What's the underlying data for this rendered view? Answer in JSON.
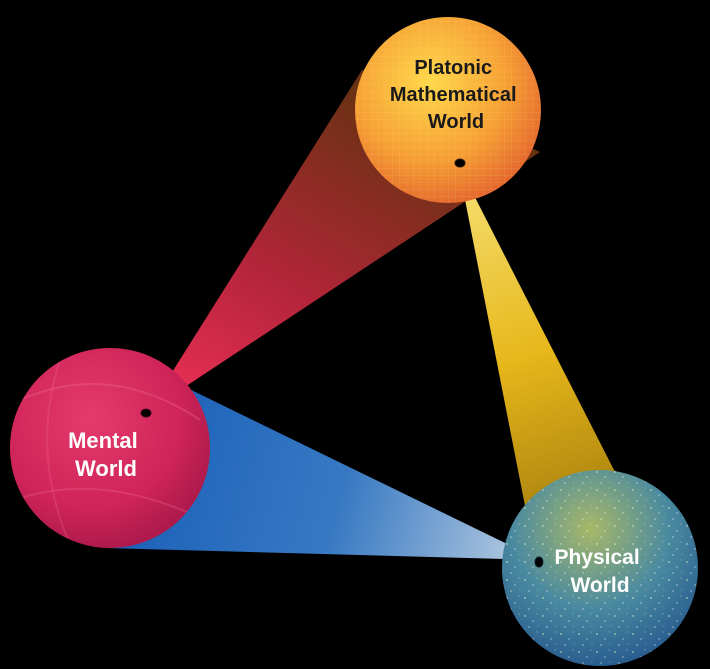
{
  "worlds": {
    "platonic": {
      "label_lines": [
        "Platonic",
        "Mathematical",
        "World"
      ],
      "color": "#f08a2c"
    },
    "mental": {
      "label_lines": [
        "Mental",
        "World"
      ],
      "color": "#d42a5c"
    },
    "physical": {
      "label_lines": [
        "Physical",
        "World"
      ],
      "color": "#3a7fa8"
    }
  },
  "beams": {
    "platonic_to_mental": {
      "color": "#e8334f"
    },
    "platonic_to_physical": {
      "color": "#f2c11c"
    },
    "mental_to_physical": {
      "color": "#2a7fd6"
    }
  },
  "background_color": "#000000"
}
